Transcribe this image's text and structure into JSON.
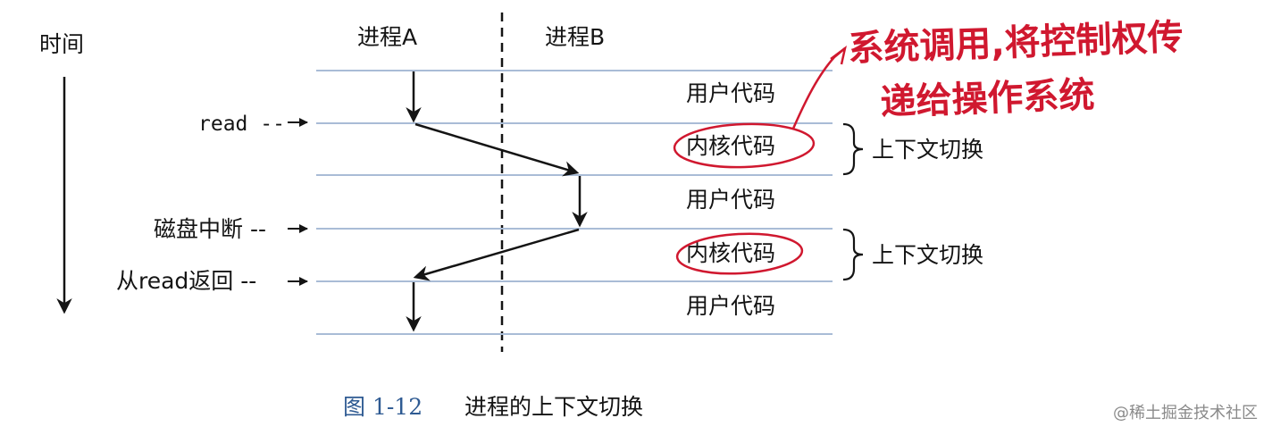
{
  "time_label": "时间",
  "columns": {
    "process_a": "进程A",
    "process_b": "进程B"
  },
  "events": {
    "read": "read --",
    "disk_interrupt": "磁盘中断 --",
    "return_from_read": "从read返回 --"
  },
  "phases": {
    "user_code_1": "用户代码",
    "kernel_code_1": "内核代码",
    "user_code_2": "用户代码",
    "kernel_code_2": "内核代码",
    "user_code_3": "用户代码"
  },
  "context_switch": {
    "label_1": "上下文切换",
    "label_2": "上下文切换"
  },
  "caption": {
    "figure_number": "图 1-12",
    "title": "进程的上下文切换"
  },
  "annotation": {
    "line1": "系统调用,将控制权传",
    "line2": "递给操作系统"
  },
  "watermark": "@稀土掘金技术社区",
  "colors": {
    "ink": "#141414",
    "rule": "#a9bcd6",
    "caption_blue": "#2e5a92",
    "annotation_red": "#d0182f"
  }
}
